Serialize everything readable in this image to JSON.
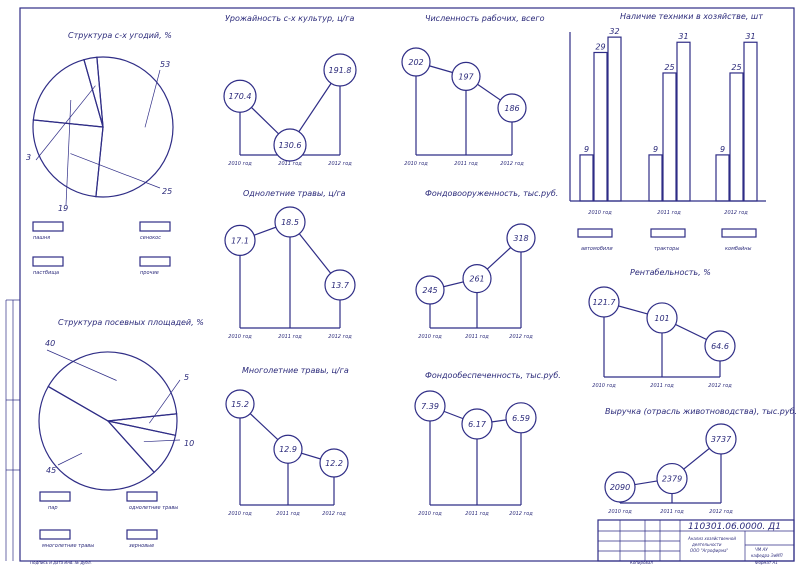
{
  "sheet": {
    "stamp": {
      "code": "110301.06.0000. Д1",
      "subject": [
        "Анализ хозяйственной",
        "деятельности",
        "ООО \"Агрофирма\""
      ],
      "dept": [
        "ЧМ АУ",
        "кафедра ЭиМП"
      ],
      "copied": "Копировал",
      "format": "Формат А1",
      "bottom_left": "Подпись и дата  Инв. № дубл."
    }
  },
  "chart_data": [
    {
      "id": "land-structure",
      "type": "pie",
      "title": "Структура с-х угодий, %",
      "slices": [
        {
          "label": "пашня",
          "value": 53
        },
        {
          "label": "сенокос",
          "value": 25
        },
        {
          "label": "пастбища",
          "value": 19
        },
        {
          "label": "прочие",
          "value": 3
        }
      ]
    },
    {
      "id": "yield",
      "type": "line",
      "title": "Урожайность с-х культур, ц/га",
      "categories": [
        "2010 год",
        "2011 год",
        "2012 год"
      ],
      "values": [
        170.4,
        130.6,
        191.8
      ]
    },
    {
      "id": "workers",
      "type": "line",
      "title": "Численность рабочих, всего",
      "categories": [
        "2010 год",
        "2011 год",
        "2012 год"
      ],
      "values": [
        202,
        197,
        186
      ]
    },
    {
      "id": "machinery",
      "type": "bar",
      "title": "Наличие техники в хозяйстве, шт",
      "categories": [
        "2010 год",
        "2011 год",
        "2012 год"
      ],
      "series": [
        {
          "name": "автомобили",
          "values": [
            9,
            9,
            9
          ]
        },
        {
          "name": "тракторы",
          "values": [
            29,
            25,
            25
          ]
        },
        {
          "name": "комбайны",
          "values": [
            32,
            31,
            31
          ]
        }
      ]
    },
    {
      "id": "annual-grass",
      "type": "line",
      "title": "Однолетние травы, ц/га",
      "categories": [
        "2010 год",
        "2011 год",
        "2012 год"
      ],
      "values": [
        17.1,
        18.5,
        13.7
      ]
    },
    {
      "id": "capital-labor",
      "type": "line",
      "title": "Фондовооруженность, тыс.руб.",
      "categories": [
        "2010 год",
        "2011 год",
        "2012 год"
      ],
      "values": [
        245,
        261,
        318
      ]
    },
    {
      "id": "profitability",
      "type": "line",
      "title": "Рентабельность, %",
      "categories": [
        "2010 год",
        "2011 год",
        "2012 год"
      ],
      "values": [
        121.7,
        101,
        64.6
      ]
    },
    {
      "id": "sown-area",
      "type": "pie",
      "title": "Структура посевных площадей, %",
      "slices": [
        {
          "label": "пар",
          "value": 40
        },
        {
          "label": "однолетние травы",
          "value": 5
        },
        {
          "label": "многолетние травы",
          "value": 10
        },
        {
          "label": "зерновые",
          "value": 45
        }
      ]
    },
    {
      "id": "perennial-grass",
      "type": "line",
      "title": "Многолетние травы, ц/га",
      "categories": [
        "2010 год",
        "2011 год",
        "2012 год"
      ],
      "values": [
        15.2,
        12.9,
        12.2
      ]
    },
    {
      "id": "capital-supply",
      "type": "line",
      "title": "Фондообеспеченность, тыс.руб.",
      "categories": [
        "2010 год",
        "2011 год",
        "2012 год"
      ],
      "values": [
        7.39,
        6.17,
        6.59
      ]
    },
    {
      "id": "revenue",
      "type": "line",
      "title": "Выручка (отрасль животноводства), тыс.руб.",
      "categories": [
        "2010 год",
        "2011 год",
        "2012 год"
      ],
      "values": [
        2090,
        2379,
        3737
      ]
    }
  ]
}
